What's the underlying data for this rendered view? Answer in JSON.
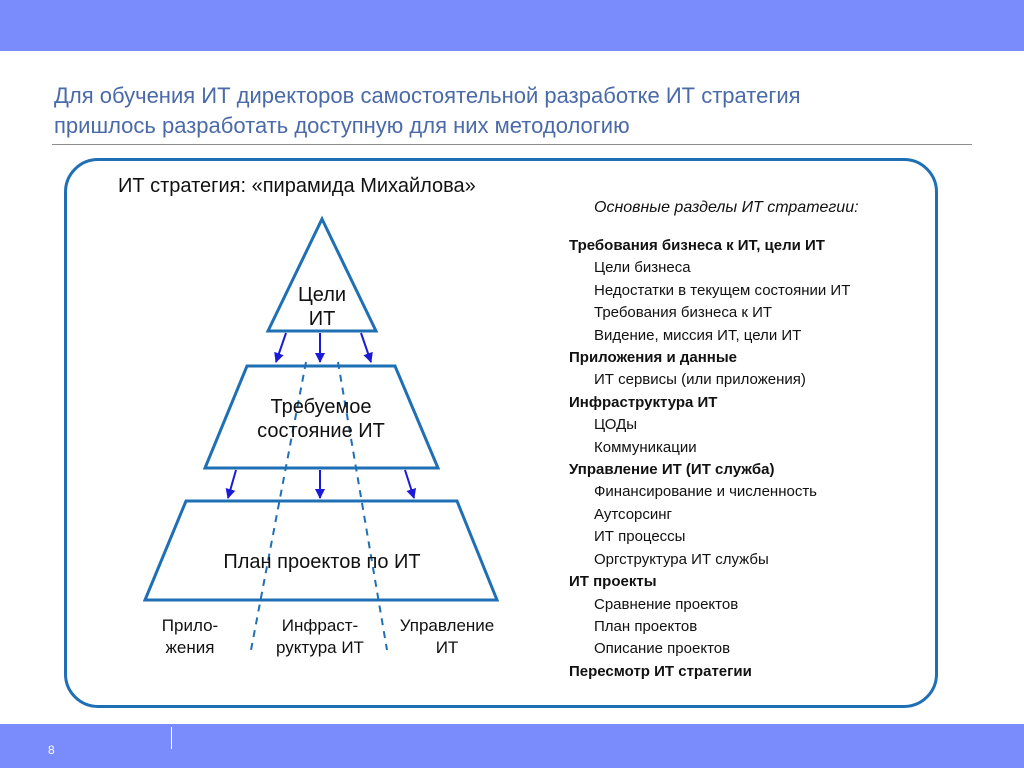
{
  "slide": {
    "title_lines": [
      "Для обучения ИТ директоров самостоятельной разработке ИТ стратегия",
      "пришлось разработать доступную для них методологию"
    ],
    "page_number": "8"
  },
  "diagram": {
    "title": "ИТ стратегия: «пирамида Михайлова»",
    "levels": [
      {
        "lines": [
          "Цели",
          "ИТ"
        ]
      },
      {
        "lines": [
          "Требуемое",
          "состояние ИТ"
        ]
      },
      {
        "lines": [
          "План проектов по ИТ"
        ]
      }
    ],
    "columns": [
      {
        "lines": [
          "Прило-",
          "жения"
        ]
      },
      {
        "lines": [
          "Инфраст-",
          "руктура ИТ"
        ]
      },
      {
        "lines": [
          "Управление",
          "ИТ"
        ]
      }
    ]
  },
  "sections": {
    "heading": "Основные разделы ИТ стратегии:",
    "groups": [
      {
        "title": "Требования бизнеса к ИТ, цели ИТ",
        "items": [
          "Цели бизнеса",
          "Недостатки в текущем состоянии ИТ",
          "Требования бизнеса к ИТ",
          "Видение, миссия ИТ, цели ИТ"
        ]
      },
      {
        "title": "Приложения и данные",
        "items": [
          "ИТ сервисы (или приложения)"
        ]
      },
      {
        "title": "Инфраструктура ИТ",
        "items": [
          "ЦОДы",
          "Коммуникации"
        ]
      },
      {
        "title": "Управление ИТ (ИТ служба)",
        "items": [
          "Финансирование и численность",
          "Аутсорсинг",
          "ИТ процессы",
          "Оргструктура ИТ службы"
        ]
      },
      {
        "title": "ИТ проекты",
        "items": [
          "Сравнение проектов",
          "План проектов",
          "Описание проектов"
        ]
      },
      {
        "title": "Пересмотр ИТ стратегии",
        "items": []
      }
    ]
  },
  "colors": {
    "band": "#7a8cfb",
    "title_text": "#4a6aa8",
    "accent": "#1f6fb5",
    "arrow": "#1a1ad8"
  }
}
